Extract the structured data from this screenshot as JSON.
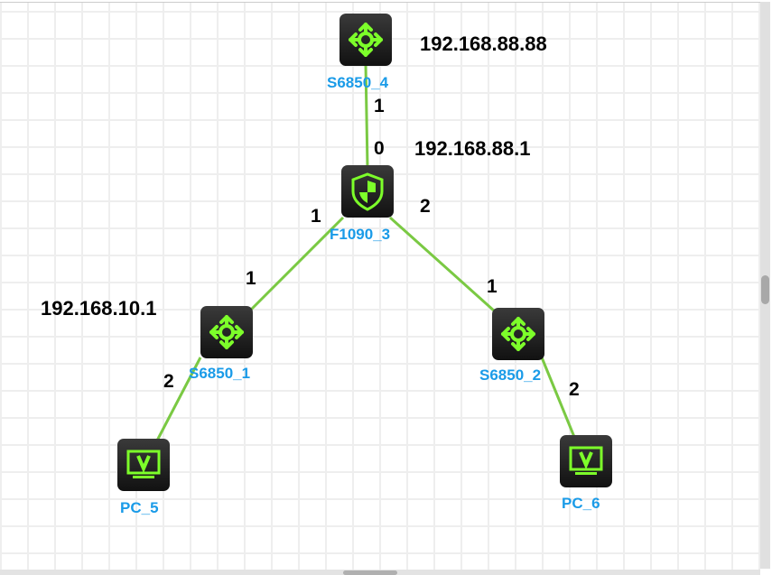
{
  "colors": {
    "link": "#7ac943",
    "icon": "#7dff2a",
    "label": "#1a9be8"
  },
  "nodes": {
    "s4": {
      "name": "S6850_4",
      "icon": "switch-icon",
      "ip": "192.168.88.88"
    },
    "f3": {
      "name": "F1090_3",
      "icon": "firewall-shield-icon",
      "ip": "192.168.88.1"
    },
    "s1": {
      "name": "S6850_1",
      "icon": "switch-icon",
      "ip": "192.168.10.1"
    },
    "s2": {
      "name": "S6850_2",
      "icon": "switch-icon"
    },
    "pc5": {
      "name": "PC_5",
      "icon": "pc-monitor-icon"
    },
    "pc6": {
      "name": "PC_6",
      "icon": "pc-monitor-icon"
    }
  },
  "ports": {
    "s4_f3_a": "1",
    "s4_f3_b": "0",
    "f3_s1_a": "1",
    "f3_s1_b": "1",
    "f3_s2_a": "2",
    "f3_s2_b": "1",
    "s1_pc5": "2",
    "s2_pc6": "2"
  }
}
